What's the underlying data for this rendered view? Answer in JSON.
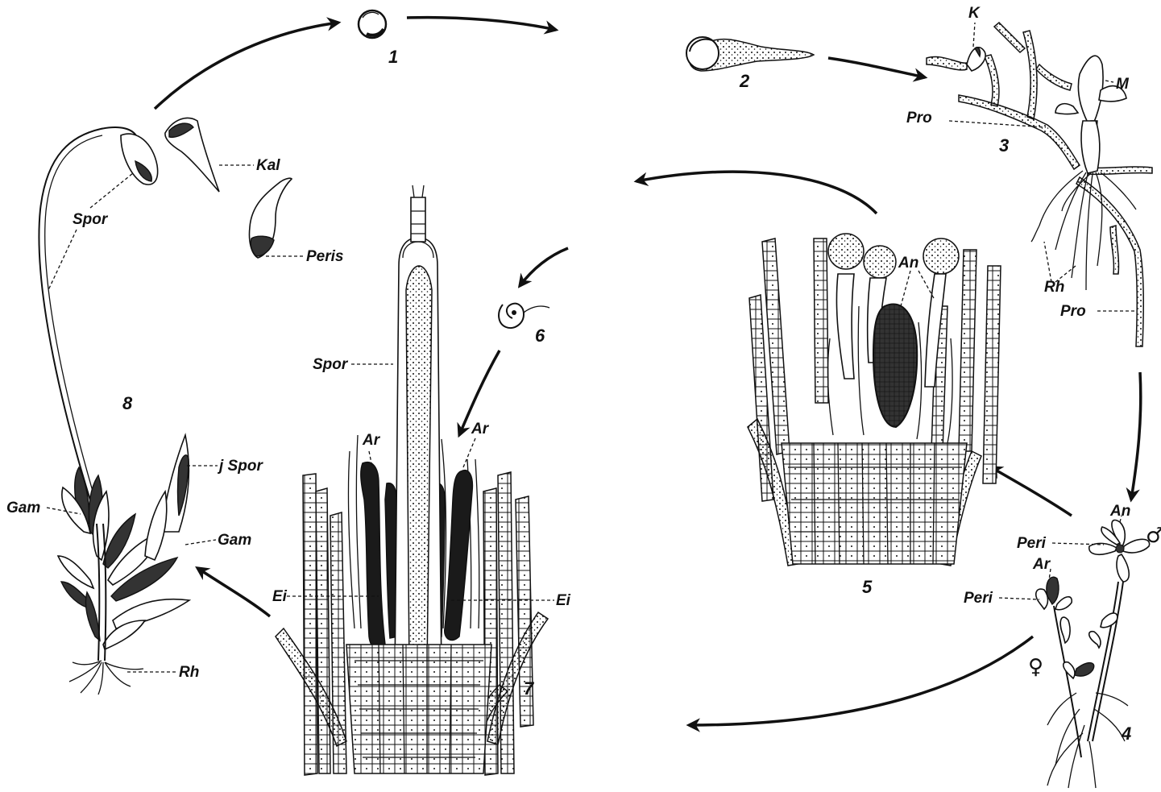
{
  "stage_numbers": {
    "n1": "1",
    "n2": "2",
    "n3": "3",
    "n4": "4",
    "n5": "5",
    "n6": "6",
    "n7": "7",
    "n8": "8"
  },
  "labels": {
    "K": "K",
    "M": "M",
    "Pro_upper": "Pro",
    "Pro_lower": "Pro",
    "Rh_protonema": "Rh",
    "Kal": "Kal",
    "Peris": "Peris",
    "Spor_capsule": "Spor",
    "Spor_section": "Spor",
    "jSpor": "j Spor",
    "Gam_left": "Gam",
    "Gam_right": "Gam",
    "Rh_plant": "Rh",
    "Ar_left": "Ar",
    "Ar_right": "Ar",
    "Ei_left": "Ei",
    "Ei_right": "Ei",
    "An_section": "An",
    "An_plant": "An",
    "Peri_upper": "Peri",
    "Peri_lower": "Peri",
    "Ar_plant": "Ar"
  },
  "symbols": {
    "male": "♂",
    "female": "♀"
  }
}
